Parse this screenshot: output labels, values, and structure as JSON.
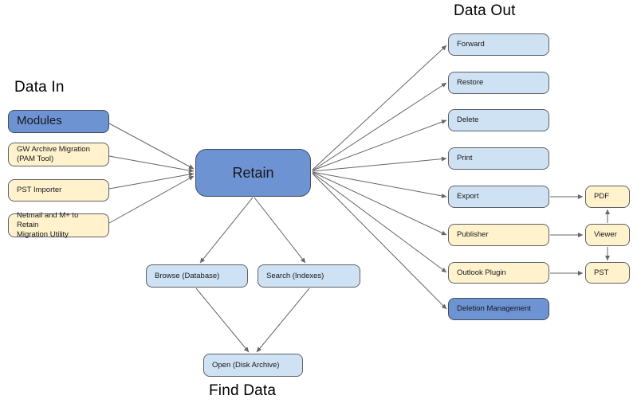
{
  "headings": {
    "data_in": "Data In",
    "data_out": "Data Out",
    "find_data": "Find Data"
  },
  "nodes": {
    "retain": {
      "label": "Retain"
    },
    "data_in": {
      "modules": {
        "label": "Modules"
      },
      "gw_archive_migration": {
        "label": "GW Archive Migration\n(PAM Tool)"
      },
      "pst_importer": {
        "label": "PST Importer"
      },
      "netmail_migration": {
        "label": "Netmail and M+ to Retain\nMigration Utility"
      }
    },
    "find_data": {
      "browse": {
        "label": "Browse (Database)"
      },
      "search": {
        "label": "Search (Indexes)"
      },
      "open": {
        "label": "Open (Disk Archive)"
      }
    },
    "data_out": {
      "forward": {
        "label": "Forward"
      },
      "restore": {
        "label": "Restore"
      },
      "delete": {
        "label": "Delete"
      },
      "print": {
        "label": "Print"
      },
      "export": {
        "label": "Export"
      },
      "publisher": {
        "label": "Publisher"
      },
      "outlook_plugin": {
        "label": "Outlook Plugin"
      },
      "deletion_management": {
        "label": "Deletion Management"
      }
    },
    "outputs": {
      "pdf": {
        "label": "PDF"
      },
      "viewer": {
        "label": "Viewer"
      },
      "pst": {
        "label": "PST"
      }
    }
  },
  "colors": {
    "blue_fill": "#6e93d3",
    "blue_border": "#414d5c",
    "light_blue_fill": "#cfe2f3",
    "yellow_fill": "#fff2cc",
    "border": "#5b6167",
    "arrow": "#666666"
  }
}
